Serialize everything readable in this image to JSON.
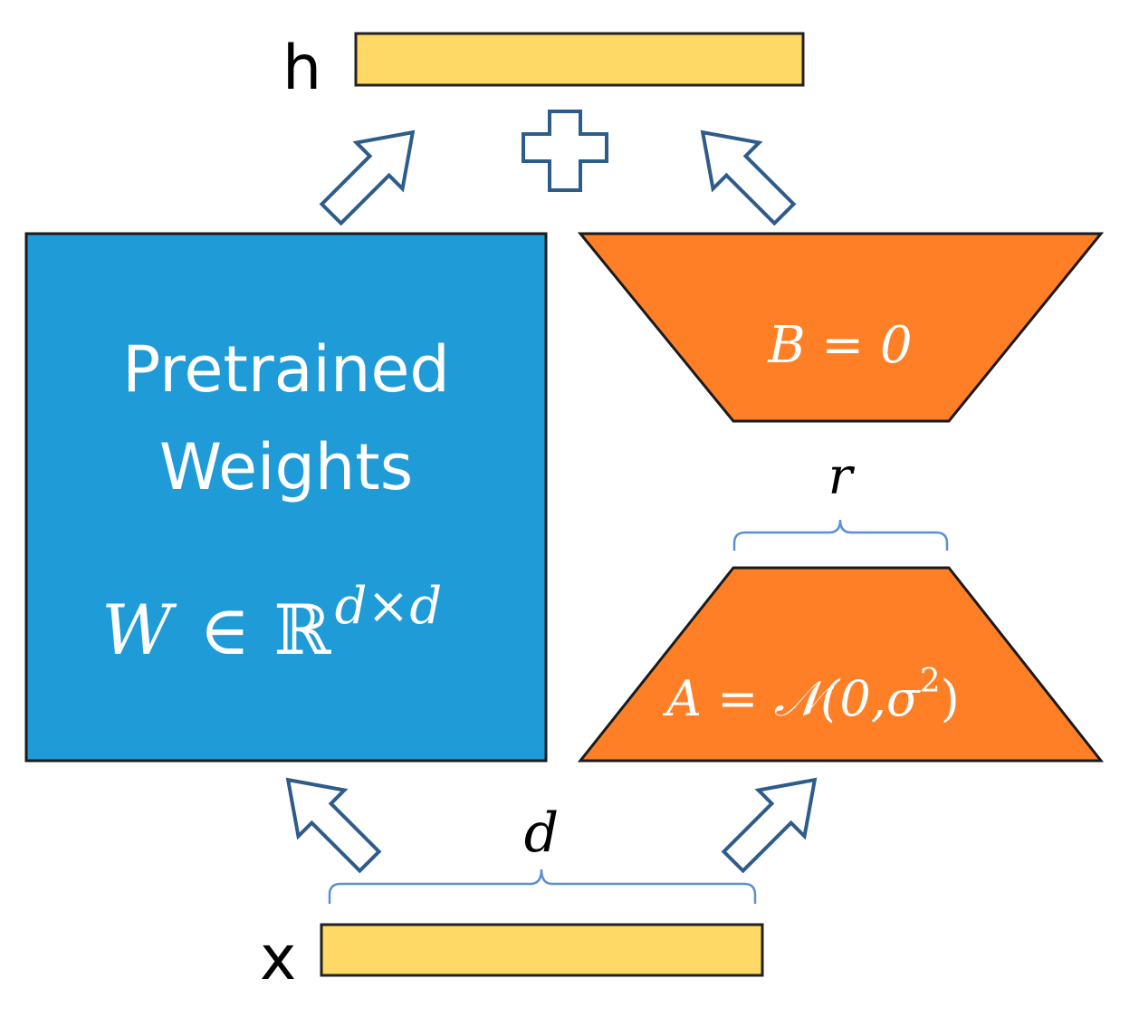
{
  "labels": {
    "output": "h",
    "input": "x",
    "rank": "r",
    "dim": "d"
  },
  "pretrained_block": {
    "title_line1": "Pretrained",
    "title_line2": "Weights",
    "formula_lhs": "W",
    "formula_in": "∈",
    "formula_set": "ℝ",
    "formula_exp": "d×d",
    "color": "#1f9bd7"
  },
  "lora_b": {
    "formula": "B = 0",
    "color": "#ff7f27"
  },
  "lora_a": {
    "formula_prefix": "A = 𝒩(0,",
    "formula_sigma": "σ",
    "formula_sup": "2",
    "formula_suffix": ")",
    "color": "#ff7f27"
  },
  "vector_color": "#ffd966",
  "arrow_outline_color": "#2e5c8a",
  "brace_color": "#5b8fd1",
  "icons": [
    "plus-icon",
    "arrow-up-right-icon",
    "arrow-up-left-icon"
  ]
}
